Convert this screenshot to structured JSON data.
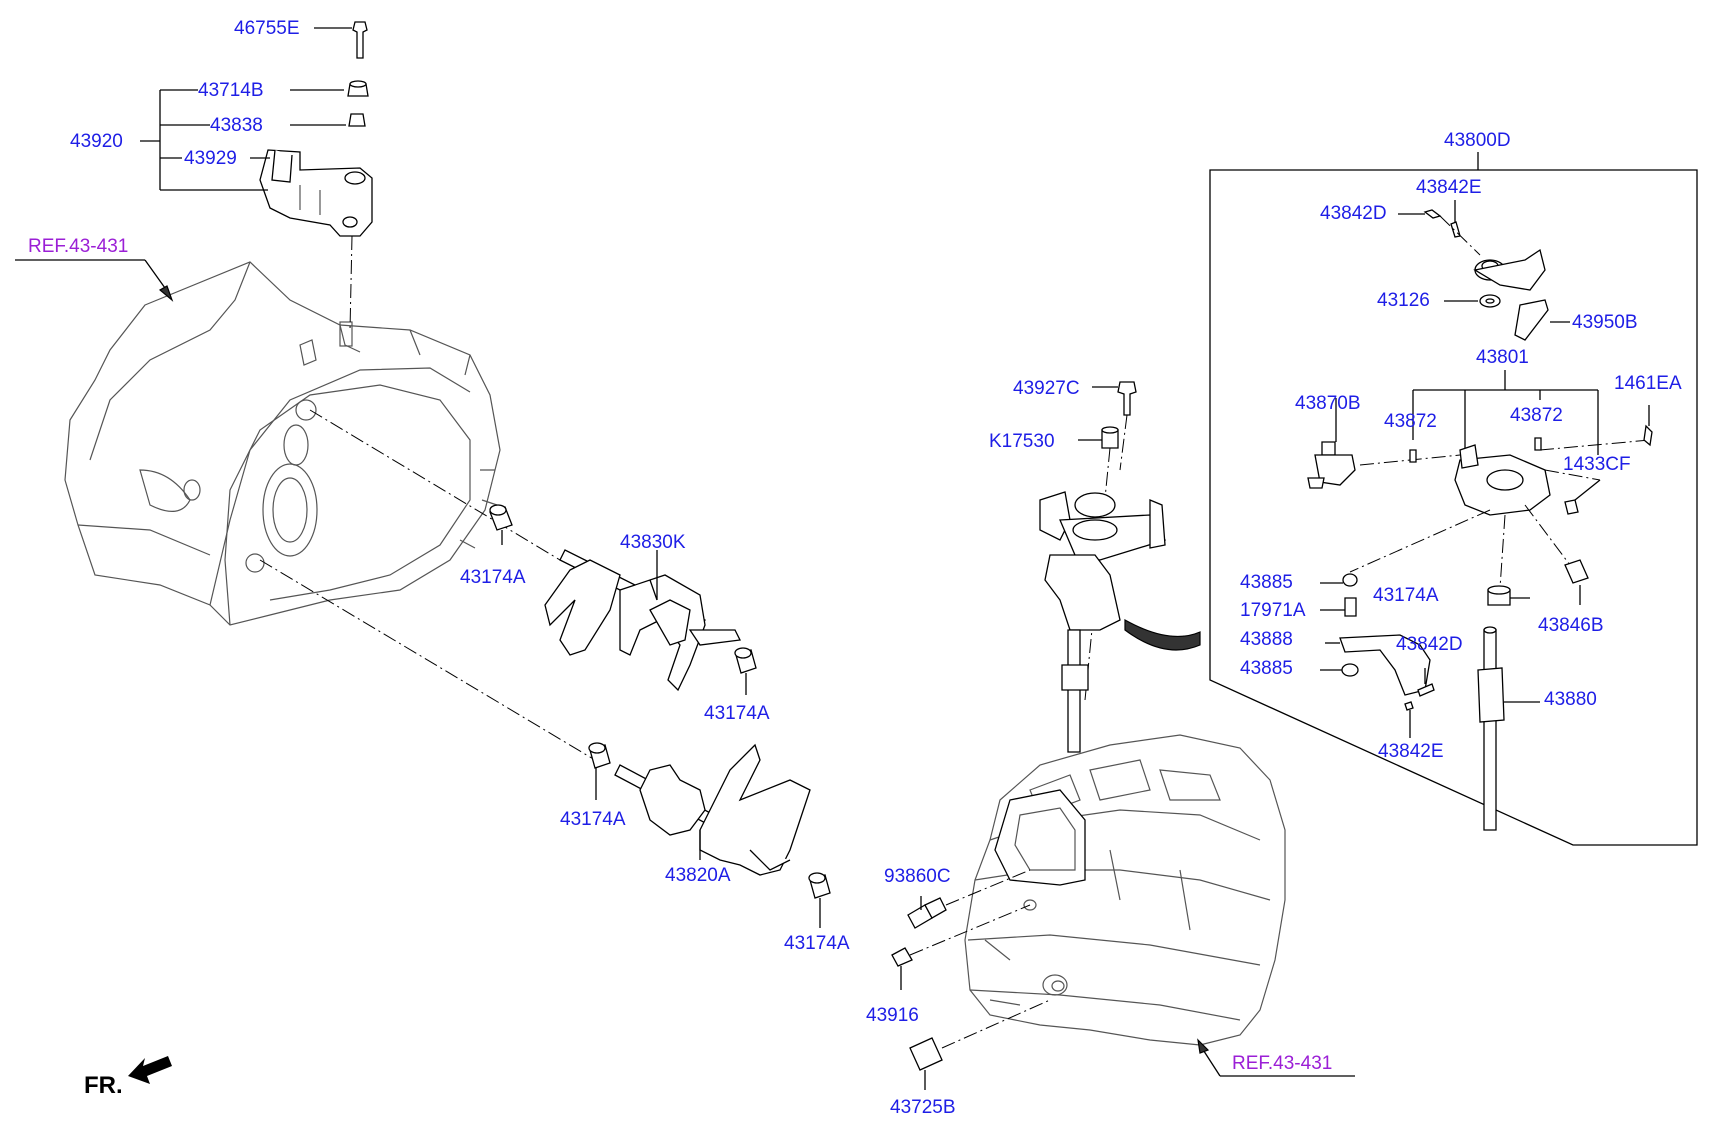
{
  "colors": {
    "part_number": "#1e1ee6",
    "reference": "#9b1fd6",
    "line": "#000000",
    "housing": "#555555"
  },
  "direction": {
    "label": "FR.",
    "icon": "front-direction-arrow-icon"
  },
  "references": {
    "left_case": "REF.43-431",
    "right_case": "REF.43-431"
  },
  "parts": {
    "p46755E": "46755E",
    "p43714B": "43714B",
    "p43838": "43838",
    "p43920": "43920",
    "p43929": "43929",
    "p43830K": "43830K",
    "p43174A_1": "43174A",
    "p43174A_2": "43174A",
    "p43174A_3": "43174A",
    "p43174A_4": "43174A",
    "p43820A": "43820A",
    "p43927C": "43927C",
    "pK17530": "K17530",
    "p93860C": "93860C",
    "p43916": "43916",
    "p43725B": "43725B",
    "p43800D": "43800D",
    "p43842E_1": "43842E",
    "p43842D_1": "43842D",
    "p43126": "43126",
    "p43950B": "43950B",
    "p43801": "43801",
    "p1461EA": "1461EA",
    "p43870B": "43870B",
    "p43872_1": "43872",
    "p43872_2": "43872",
    "p1433CF": "1433CF",
    "p43885_1": "43885",
    "p17971A": "17971A",
    "p43174A_5": "43174A",
    "p43846B": "43846B",
    "p43888": "43888",
    "p43842D_2": "43842D",
    "p43885_2": "43885",
    "p43880": "43880",
    "p43842E_2": "43842E"
  }
}
